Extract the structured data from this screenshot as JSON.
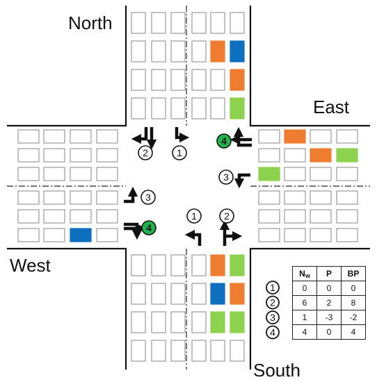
{
  "directions": {
    "north": "North",
    "east": "East",
    "west": "West",
    "south": "South"
  },
  "colors": {
    "orange": "#ef7d31",
    "blue": "#0e6fbf",
    "green": "#8cd24e",
    "green_marker": "#22b24c",
    "slot_border": "#9a9a9a",
    "road_edge": "#111111"
  },
  "markers": [
    {
      "id": "1",
      "label": "1",
      "icon": "left-turn-arrow",
      "approach": "north",
      "fill": "white"
    },
    {
      "id": "2",
      "label": "2",
      "icon": "straight-right-arrow",
      "approach": "north",
      "fill": "white"
    },
    {
      "id": "4",
      "label": "4",
      "icon": "straight-left-arrow",
      "approach": "east",
      "fill": "green"
    },
    {
      "id": "3",
      "label": "3",
      "icon": "left-turn-arrow",
      "approach": "east",
      "fill": "white"
    },
    {
      "id": "3",
      "label": "3",
      "icon": "left-turn-arrow",
      "approach": "west",
      "fill": "white"
    },
    {
      "id": "4",
      "label": "4",
      "icon": "straight-right-arrow",
      "approach": "west",
      "fill": "green"
    },
    {
      "id": "1",
      "label": "1",
      "icon": "left-turn-arrow",
      "approach": "south",
      "fill": "white"
    },
    {
      "id": "2",
      "label": "2",
      "icon": "straight-right-arrow",
      "approach": "south",
      "fill": "white"
    }
  ],
  "queues": {
    "north": [
      [
        null,
        null,
        null,
        null,
        null,
        null
      ],
      [
        null,
        null,
        null,
        null,
        "orange",
        "blue"
      ],
      [
        null,
        null,
        null,
        null,
        null,
        "orange"
      ],
      [
        null,
        null,
        null,
        null,
        null,
        "green"
      ]
    ],
    "east": [
      [
        null,
        "orange",
        null,
        null
      ],
      [
        null,
        null,
        "orange",
        "green"
      ],
      [
        "green",
        null,
        null,
        null
      ],
      [
        null,
        null,
        null,
        null
      ],
      [
        null,
        null,
        null,
        null
      ],
      [
        null,
        null,
        null,
        null
      ]
    ],
    "west": [
      [
        null,
        null,
        null,
        null
      ],
      [
        null,
        null,
        null,
        null
      ],
      [
        null,
        null,
        null,
        null
      ],
      [
        null,
        null,
        null,
        null
      ],
      [
        null,
        null,
        null,
        null
      ],
      [
        null,
        null,
        "blue",
        null
      ]
    ],
    "south": [
      [
        null,
        null,
        null,
        null,
        "orange",
        "green"
      ],
      [
        null,
        null,
        null,
        null,
        "blue",
        "orange"
      ],
      [
        null,
        null,
        null,
        null,
        "green",
        "green"
      ],
      [
        null,
        null,
        null,
        null,
        null,
        null
      ]
    ]
  },
  "table": {
    "headers": [
      "N",
      "P",
      "BP"
    ],
    "header_subscript": "w",
    "rows": [
      {
        "marker": "1",
        "values": [
          "0",
          "0",
          "0"
        ]
      },
      {
        "marker": "2",
        "values": [
          "6",
          "2",
          "8"
        ]
      },
      {
        "marker": "3",
        "values": [
          "1",
          "-3",
          "-2"
        ]
      },
      {
        "marker": "4",
        "values": [
          "4",
          "0",
          "4"
        ]
      }
    ]
  }
}
